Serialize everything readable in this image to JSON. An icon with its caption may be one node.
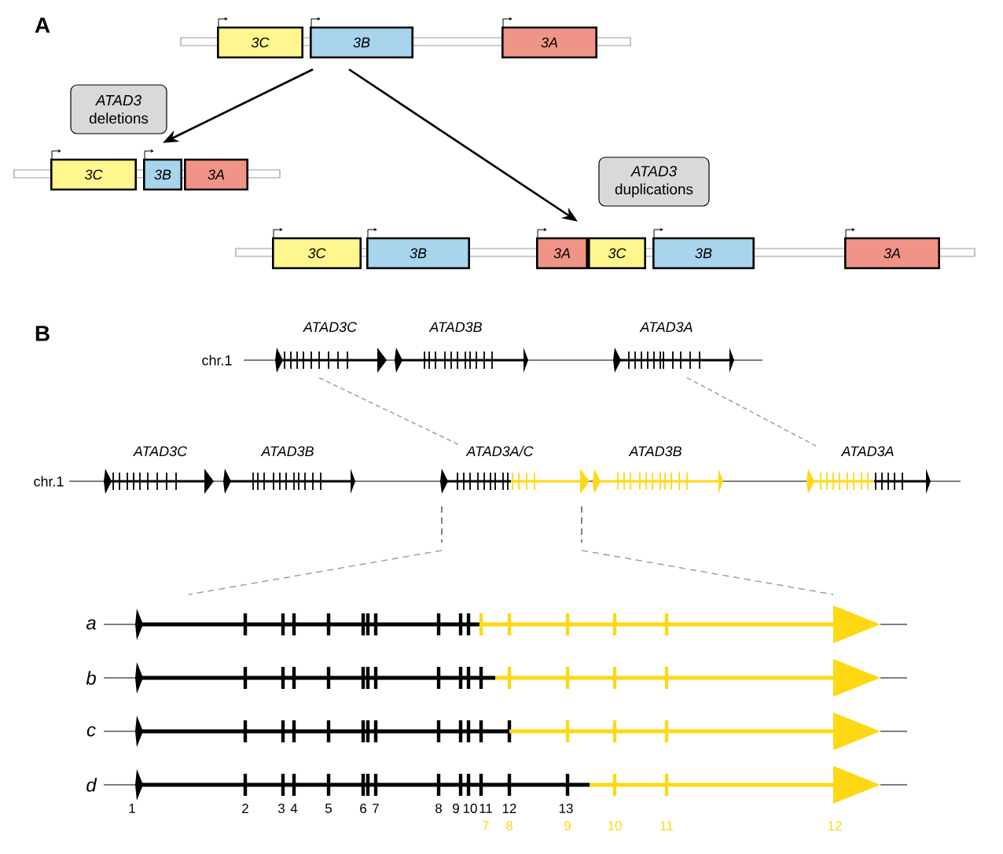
{
  "diagram": {
    "nodes": [
      {
        "text": [
          "3C"
        ]
      },
      {
        "text": [
          "3B"
        ]
      },
      {
        "text": [
          "3A"
        ]
      },
      {
        "text": [
          "*ATAD3* deletions"
        ]
      },
      {
        "text": [
          "3C"
        ]
      },
      {
        "text": [
          "3B"
        ]
      },
      {
        "text": [
          "3A"
        ]
      },
      {
        "text": [
          "*ATAD3* duplications"
        ]
      },
      {
        "text": [
          "3C"
        ]
      },
      {
        "text": [
          "3B"
        ]
      },
      {
        "text": [
          "3A"
        ]
      },
      {
        "text": [
          "3C"
        ]
      },
      {
        "text": [
          "3B"
        ]
      },
      {
        "text": [
          "3A"
        ]
      },
      {
        "text": [
          "ATAD3C"
        ]
      },
      {
        "text": [
          "ATAD3B"
        ]
      },
      {
        "text": [
          "ATAD3A"
        ]
      },
      {
        "text": [
          "ATAD3C"
        ]
      },
      {
        "text": [
          "ATAD3B"
        ]
      },
      {
        "text": [
          "ATAD3A/C"
        ]
      },
      {
        "text": [
          "ATAD3B"
        ]
      },
      {
        "text": [
          "ATAD3A"
        ]
      }
    ],
    "edges": [
      {
        "from": 1,
        "to": 5,
        "arrow": "to"
      },
      {
        "from": 1,
        "to": 10,
        "arrow": "to"
      },
      {
        "from": 14,
        "to": 19,
        "arrow": "none",
        "style": "dashed",
        "color": "#999999"
      },
      {
        "from": 16,
        "to": 21,
        "arrow": "none",
        "style": "dashed",
        "color": "#999999"
      }
    ],
    "labels": [
      "A",
      "B",
      "chr.1",
      "chr.1",
      "a",
      "b",
      "c",
      "d",
      "1",
      "2",
      "3",
      "4",
      "5",
      "6",
      "7",
      "8",
      "9",
      "10",
      "11",
      "12",
      "13",
      "7",
      "8",
      "9",
      "10",
      "11",
      "12"
    ]
  }
}
